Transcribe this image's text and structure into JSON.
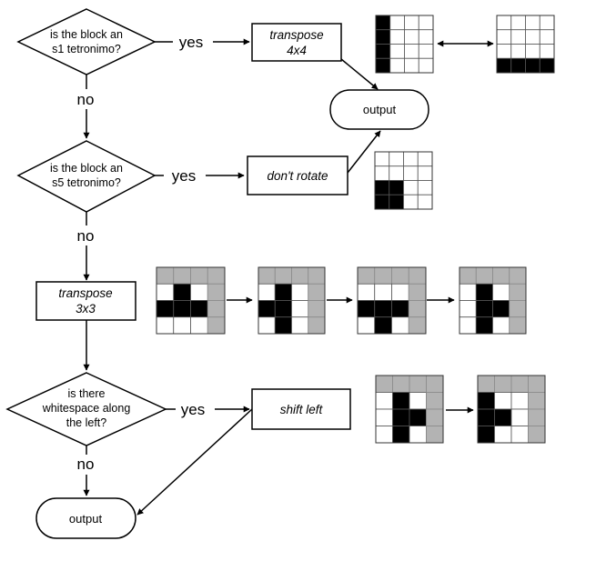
{
  "decisions": {
    "s1": [
      "is the block an",
      "s1 tetronimo?"
    ],
    "s5": [
      "is the block an",
      "s5 tetronimo?"
    ],
    "whitespace": [
      "is there",
      "whitespace along",
      "the left?"
    ]
  },
  "actions": {
    "transpose4": [
      "transpose",
      "4x4"
    ],
    "dont_rotate": [
      "don't rotate"
    ],
    "transpose3": [
      "transpose",
      "3x3"
    ],
    "shift_left": [
      "shift left"
    ]
  },
  "terminals": {
    "output_top": "output",
    "output_bottom": "output"
  },
  "labels": {
    "yes": "yes",
    "no": "no"
  },
  "colors": {
    "filled": "#000000",
    "padding": "#b3b3b3",
    "empty": "#ffffff",
    "line": "#000000"
  },
  "grids": {
    "s1_before": [
      [
        1,
        0,
        0,
        0
      ],
      [
        1,
        0,
        0,
        0
      ],
      [
        1,
        0,
        0,
        0
      ],
      [
        1,
        0,
        0,
        0
      ]
    ],
    "s1_after": [
      [
        0,
        0,
        0,
        0
      ],
      [
        0,
        0,
        0,
        0
      ],
      [
        0,
        0,
        0,
        0
      ],
      [
        1,
        1,
        1,
        1
      ]
    ],
    "s5": [
      [
        0,
        0,
        0,
        0
      ],
      [
        0,
        0,
        0,
        0
      ],
      [
        1,
        1,
        0,
        0
      ],
      [
        1,
        1,
        0,
        0
      ]
    ],
    "t_step1": [
      [
        2,
        2,
        2,
        2
      ],
      [
        0,
        1,
        0,
        2
      ],
      [
        1,
        1,
        1,
        2
      ],
      [
        0,
        0,
        0,
        2
      ]
    ],
    "t_step2": [
      [
        2,
        2,
        2,
        2
      ],
      [
        0,
        1,
        0,
        2
      ],
      [
        1,
        1,
        0,
        2
      ],
      [
        0,
        1,
        0,
        2
      ]
    ],
    "t_step3": [
      [
        2,
        2,
        2,
        2
      ],
      [
        0,
        0,
        0,
        2
      ],
      [
        1,
        1,
        1,
        2
      ],
      [
        0,
        1,
        0,
        2
      ]
    ],
    "t_step4": [
      [
        2,
        2,
        2,
        2
      ],
      [
        0,
        1,
        0,
        2
      ],
      [
        0,
        1,
        1,
        2
      ],
      [
        0,
        1,
        0,
        2
      ]
    ],
    "shift_before": [
      [
        2,
        2,
        2,
        2
      ],
      [
        0,
        1,
        0,
        2
      ],
      [
        0,
        1,
        1,
        2
      ],
      [
        0,
        1,
        0,
        2
      ]
    ],
    "shift_after": [
      [
        2,
        2,
        2,
        2
      ],
      [
        1,
        0,
        0,
        2
      ],
      [
        1,
        1,
        0,
        2
      ],
      [
        1,
        0,
        0,
        2
      ]
    ]
  }
}
